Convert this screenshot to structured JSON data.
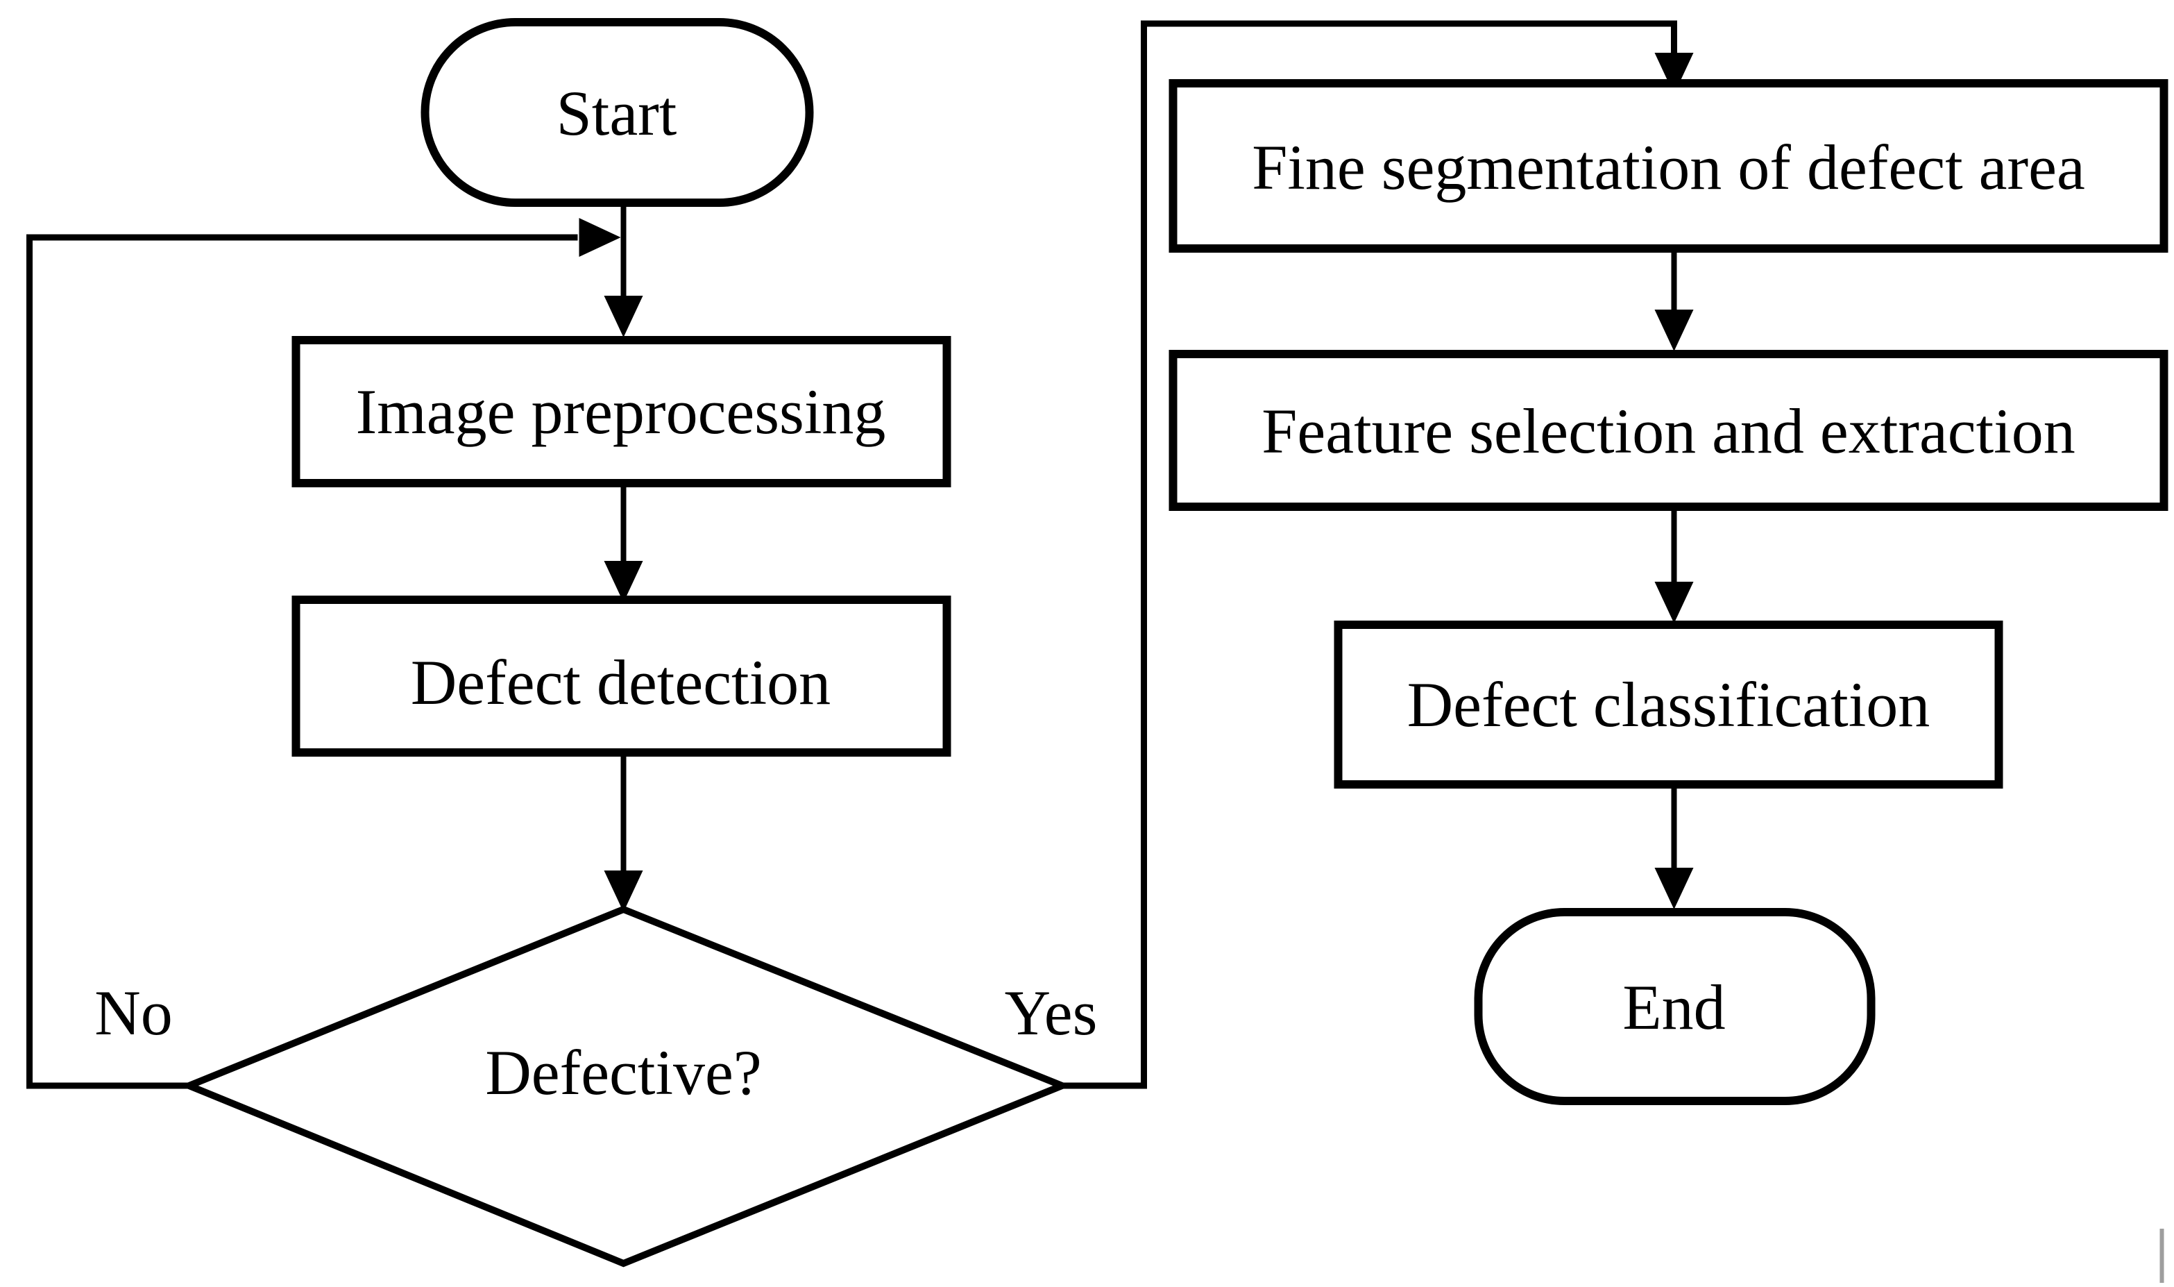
{
  "figure": {
    "background": "#ffffff",
    "ink": "#000000",
    "artifact_color": "#9e9e9e"
  },
  "flowchart": {
    "nodes": {
      "start": {
        "label": "Start",
        "type": "terminator"
      },
      "image_preprocessing": {
        "label": "Image preprocessing",
        "type": "process"
      },
      "defect_detection": {
        "label": "Defect detection",
        "type": "process"
      },
      "defective": {
        "label": "Defective?",
        "type": "decision"
      },
      "fine_segmentation": {
        "label": "Fine segmentation of defect area",
        "type": "process"
      },
      "feature_selection": {
        "label": "Feature selection and extraction",
        "type": "process"
      },
      "defect_classification": {
        "label": "Defect classification",
        "type": "process"
      },
      "end": {
        "label": "End",
        "type": "terminator"
      }
    },
    "edges": {
      "no_label": "No",
      "yes_label": "Yes"
    }
  }
}
